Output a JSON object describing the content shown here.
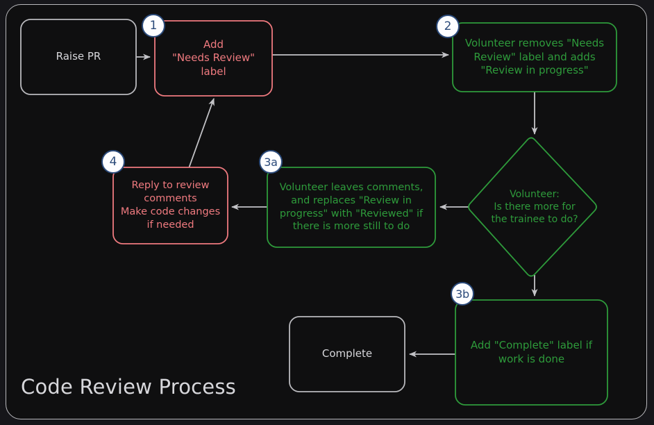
{
  "diagram": {
    "title": "Code Review Process",
    "colors": {
      "background": "#0f0f10",
      "frame_border": "#b9b9bd",
      "neutral": "#d7d7db",
      "red": "#ef7a7f",
      "green": "#2e9b3b",
      "badge_fill": "#fdfdff",
      "badge_border": "#2b4a7a",
      "edge": "#b9b9bd"
    },
    "nodes": [
      {
        "id": "raise-pr",
        "label": "Raise PR",
        "shape": "rounded-rect",
        "color": "neutral",
        "badge": null
      },
      {
        "id": "add-needs-review-label",
        "label": "Add\n\"Needs Review\"\nlabel",
        "shape": "rounded-rect",
        "color": "red",
        "badge": "1"
      },
      {
        "id": "volunteer-removes-needs-review",
        "label": "Volunteer removes \"Needs\nReview\" label and adds\n\"Review in progress\"",
        "shape": "rounded-rect",
        "color": "green",
        "badge": "2"
      },
      {
        "id": "volunteer-more-for-trainee",
        "label": "Volunteer:\nIs there more for\nthe trainee to do?",
        "shape": "diamond",
        "color": "green",
        "badge": null
      },
      {
        "id": "volunteer-leaves-comments",
        "label": "Volunteer leaves comments,\nand replaces \"Review in\nprogress\" with \"Reviewed\" if\nthere is more still to do",
        "shape": "rounded-rect",
        "color": "green",
        "badge": "3a"
      },
      {
        "id": "reply-to-review-comments",
        "label": "Reply to review\ncomments\nMake code changes\nif needed",
        "shape": "rounded-rect",
        "color": "red",
        "badge": "4"
      },
      {
        "id": "add-complete-label",
        "label": "Add \"Complete\" label if\nwork is done",
        "shape": "rounded-rect",
        "color": "green",
        "badge": "3b"
      },
      {
        "id": "complete",
        "label": "Complete",
        "shape": "rounded-rect",
        "color": "neutral",
        "badge": null
      }
    ],
    "edges": [
      {
        "from": "raise-pr",
        "to": "add-needs-review-label",
        "label": ""
      },
      {
        "from": "add-needs-review-label",
        "to": "volunteer-removes-needs-review",
        "label": ""
      },
      {
        "from": "volunteer-removes-needs-review",
        "to": "volunteer-more-for-trainee",
        "label": ""
      },
      {
        "from": "volunteer-more-for-trainee",
        "to": "volunteer-leaves-comments",
        "label": ""
      },
      {
        "from": "volunteer-more-for-trainee",
        "to": "add-complete-label",
        "label": ""
      },
      {
        "from": "volunteer-leaves-comments",
        "to": "reply-to-review-comments",
        "label": ""
      },
      {
        "from": "reply-to-review-comments",
        "to": "add-needs-review-label",
        "label": ""
      },
      {
        "from": "add-complete-label",
        "to": "complete",
        "label": ""
      }
    ]
  }
}
